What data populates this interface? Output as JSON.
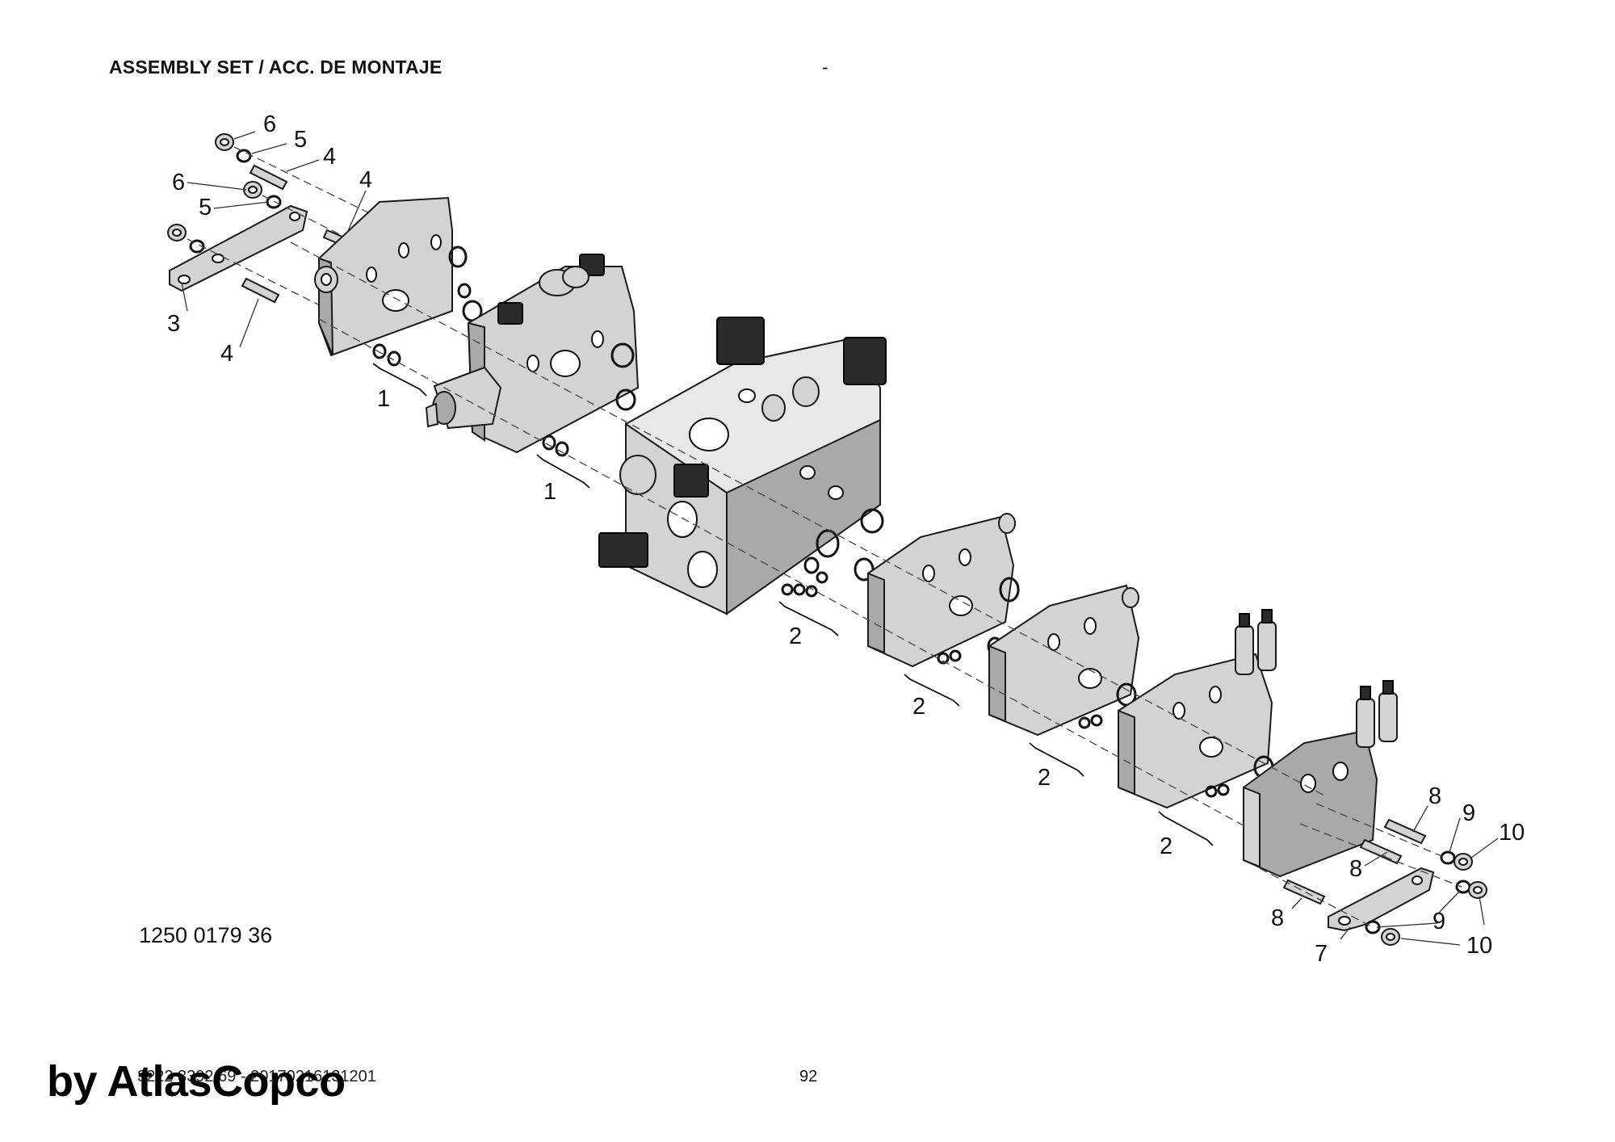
{
  "header": {
    "title": "ASSEMBLY SET / ACC. DE MONTAJE",
    "dash": "-"
  },
  "drawing": {
    "callouts": [
      "1",
      "1",
      "2",
      "2",
      "2",
      "2",
      "3",
      "4",
      "4",
      "4",
      "5",
      "5",
      "6",
      "6",
      "7",
      "8",
      "8",
      "8",
      "9",
      "9",
      "10",
      "10"
    ],
    "part_labels": {
      "p1": "1",
      "p2": "2",
      "p3": "3",
      "p4": "4",
      "p5": "5",
      "p6": "6",
      "p7": "7",
      "p8": "8",
      "p9": "9",
      "p10": "10"
    }
  },
  "document_number": "1250 0179 36",
  "footer": {
    "code": "3222 3392 69 - 20170216131201",
    "page": "92"
  },
  "watermark": "by AtlasCopco"
}
